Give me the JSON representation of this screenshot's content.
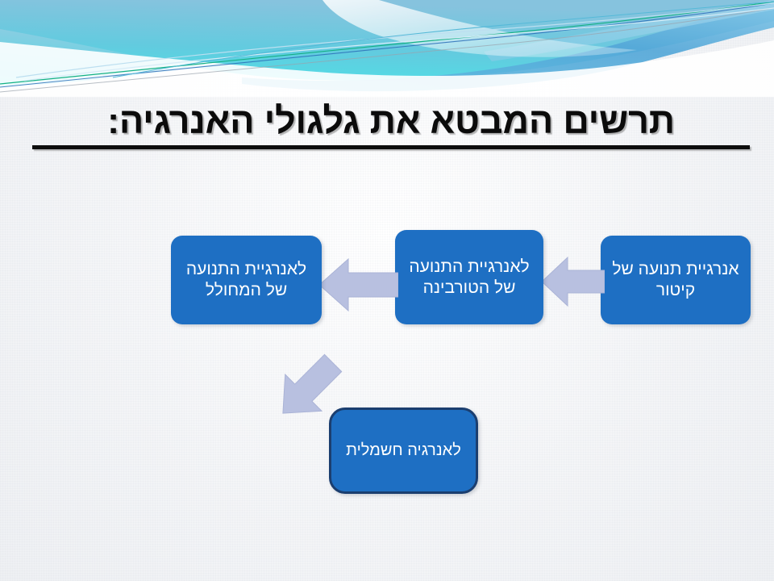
{
  "slide": {
    "language": "he",
    "background_color": "#f5f6f8",
    "theme_name": "waveform-header"
  },
  "title": {
    "text": "תרשים המבטא את גלגולי האנרגיה:",
    "color": "#0b0b0b",
    "underlined": true,
    "bold": true
  },
  "theme_colors": {
    "header_cyan": "#4fd2de",
    "header_teal": "#6ac6dc",
    "header_blue": "#5baedc",
    "header_green_line": "#19b58a",
    "node_fill": "#1e6fc3",
    "node_text": "#ffffff",
    "node_border_dark": "#1b3e6f",
    "arrow_fill": "#b8c0e0",
    "arrow_border": "#a7b0d6"
  },
  "diagram": {
    "type": "flow",
    "nodes": [
      {
        "id": "steam",
        "label": "אנרגיית תנועה של קיטור",
        "lines": [
          "אנרגיית תנועה",
          "של קיטור"
        ]
      },
      {
        "id": "turbine",
        "label": "לאנרגיית התנועה של הטורבינה",
        "lines": [
          "לאנרגיית",
          "התנועה של",
          "הטורבינה"
        ]
      },
      {
        "id": "generator",
        "label": "לאנרגיית התנועה של המחולל",
        "lines": [
          "לאנרגיית",
          "התנועה של",
          "המחולל"
        ]
      },
      {
        "id": "electric",
        "label": "לאנרגיה חשמלית",
        "lines": [
          "לאנרגיה חשמלית"
        ]
      }
    ],
    "arrows": [
      {
        "id": "steam-to-turbine",
        "from": "steam",
        "to": "turbine",
        "direction": "left"
      },
      {
        "id": "turbine-to-generator",
        "from": "turbine",
        "to": "generator",
        "direction": "left"
      },
      {
        "id": "generator-to-electric",
        "from": "generator",
        "to": "electric",
        "direction": "down-right"
      }
    ]
  }
}
